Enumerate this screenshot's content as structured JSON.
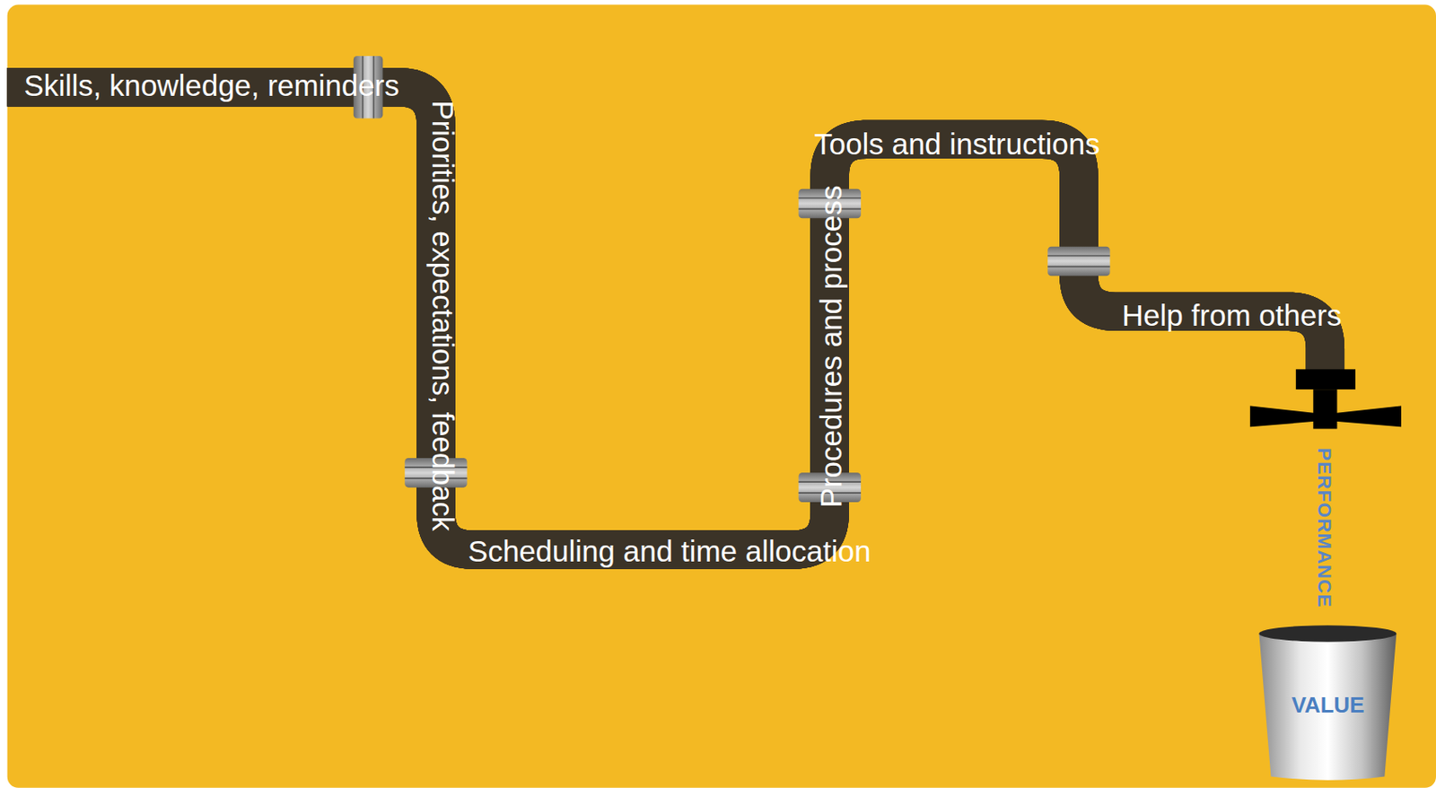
{
  "diagram": {
    "nodes": [
      {
        "text": [
          "VALUE"
        ]
      }
    ],
    "labels": [
      "Skills, knowledge, reminders",
      "Priorities, expectations, feedback",
      "Scheduling and time allocation",
      "Procedures and process",
      "Tools and instructions",
      "Help from others",
      "PERFORMANCE"
    ]
  }
}
